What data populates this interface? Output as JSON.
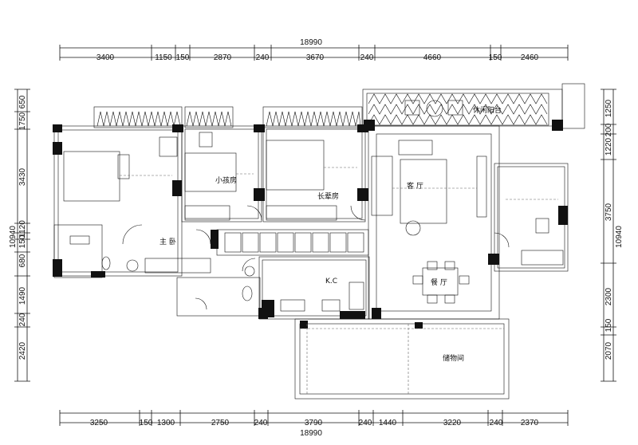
{
  "dimensions": {
    "top_total": "18990",
    "top": [
      "3400",
      "1150",
      "150",
      "2870",
      "240",
      "3670",
      "240",
      "4660",
      "150",
      "2460"
    ],
    "bottom_total": "18990",
    "bottom": [
      "3250",
      "150",
      "1300",
      "2750",
      "240",
      "3790",
      "240",
      "1440",
      "3220",
      "240",
      "2370"
    ],
    "left": [
      "650",
      "1750",
      "3430",
      "10940",
      "1120",
      "150",
      "680",
      "1490",
      "240",
      "2420"
    ],
    "right": [
      "1250",
      "200",
      "1220",
      "3750",
      "10940",
      "2300",
      "150",
      "2070"
    ]
  },
  "rooms": {
    "balcony": "休闲阳台",
    "kids_room": "小孩房",
    "elder_room": "长辈房",
    "living": "客 厅",
    "master": "主 卧",
    "kitchen": "K.C",
    "dining": "餐 厅",
    "storage": "储物间"
  }
}
